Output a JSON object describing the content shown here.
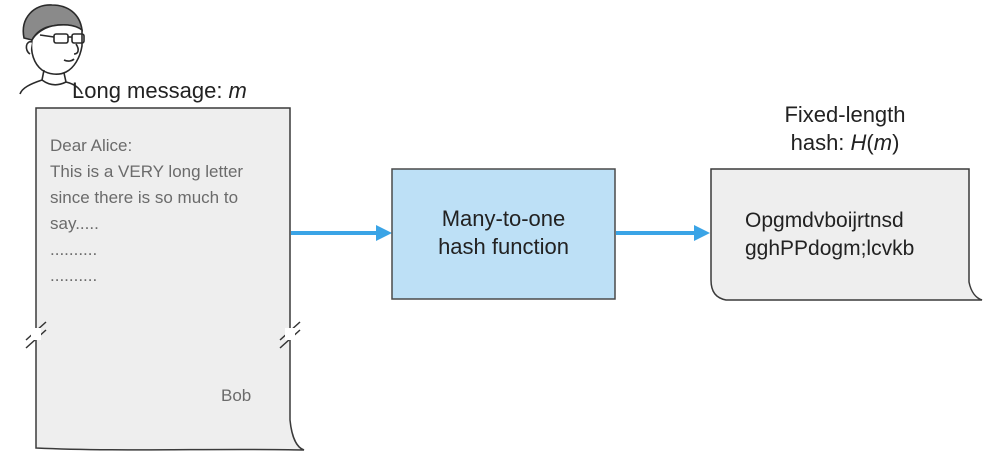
{
  "sender": {
    "caption_prefix": "Long message: ",
    "caption_var": "m"
  },
  "letter": {
    "greeting": "Dear Alice:",
    "body_lines": [
      "This is a VERY long letter",
      "since there is so much to",
      "say.....",
      "..........",
      ".........."
    ],
    "signature": "Bob"
  },
  "hash_function": {
    "line1": "Many-to-one",
    "line2": "hash function"
  },
  "output": {
    "caption_line1": "Fixed-length",
    "caption_line2_prefix": "hash: ",
    "caption_func": "H",
    "caption_open": "(",
    "caption_var": "m",
    "caption_close": ")",
    "hash_line1": "Opgmdvboijrtnsd",
    "hash_line2": "gghPPdogm;lcvkb"
  },
  "colors": {
    "arrow": "#3aa4e6",
    "box_fill": "#bde0f6",
    "box_stroke": "#4a4a4a",
    "paper_fill": "#eeeeee",
    "paper_stroke": "#3a3a3a"
  },
  "icons": [
    "person-icon",
    "arrow-right-icon"
  ]
}
